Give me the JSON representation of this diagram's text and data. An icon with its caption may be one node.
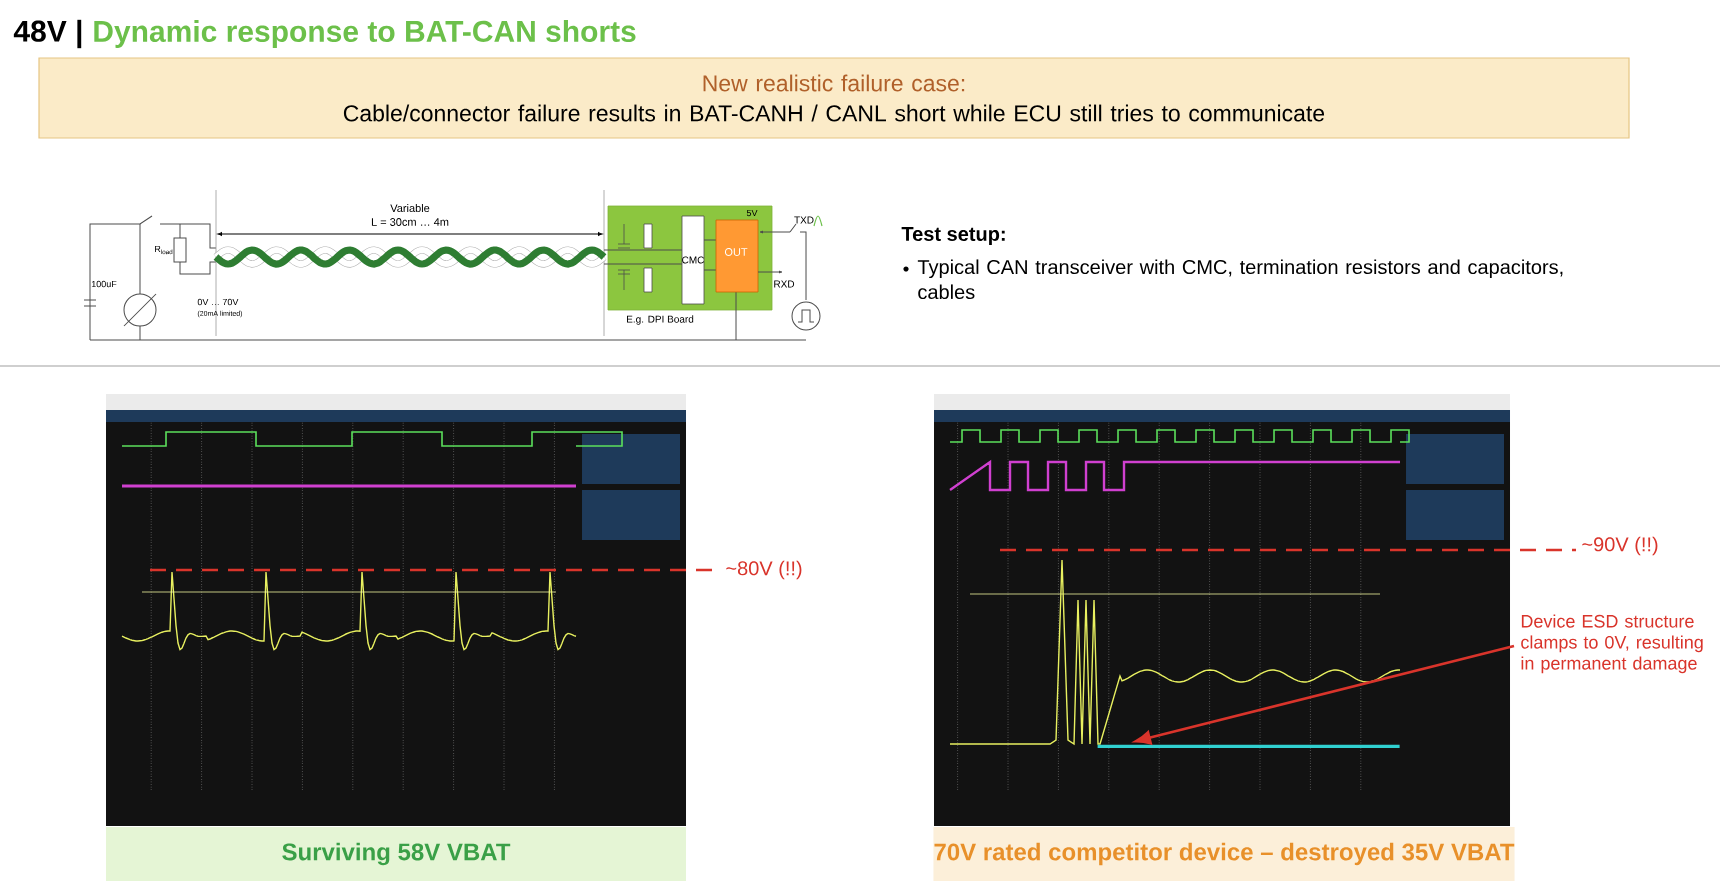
{
  "diagram": {
    "title": "Dynamic response to BAT-CAN shorts",
    "nodes": [
      {
        "text": [
          "New realistic failure case:",
          "Cable/connector failure results in BAT-CANH / CANL short while ECU still tries to communicate"
        ]
      },
      {
        "text": [],
        "shape": "picture"
      },
      {
        "text": [
          "Surviving 58V VBAT"
        ]
      },
      {
        "text": [],
        "shape": "picture"
      },
      {
        "text": [
          "70V rated competitor device – destroyed 35V VBAT"
        ]
      },
      {
        "text": [
          "Device ESD structure clamps to 0V, resulting in permanent damage"
        ]
      },
      {
        "text": [],
        "shape": "bar",
        "in": 3
      }
    ],
    "edges": [
      {
        "from": 5,
        "to": 6,
        "arrow": "to"
      }
    ],
    "labels": [
      "48V |",
      "Variable",
      "L = 30cm … 4m",
      "R$_{load}$",
      "100uF",
      "0V … 70V",
      "(20mA limited)",
      "CMC",
      "OUT",
      "5V",
      "TXD",
      "RXD",
      "E.g. DPI Board",
      "Test setup:",
      "Typical CAN transceiver with CMC, termination resistors and capacitors, cables",
      "~80V (!!)",
      "~90V (!!)"
    ]
  }
}
